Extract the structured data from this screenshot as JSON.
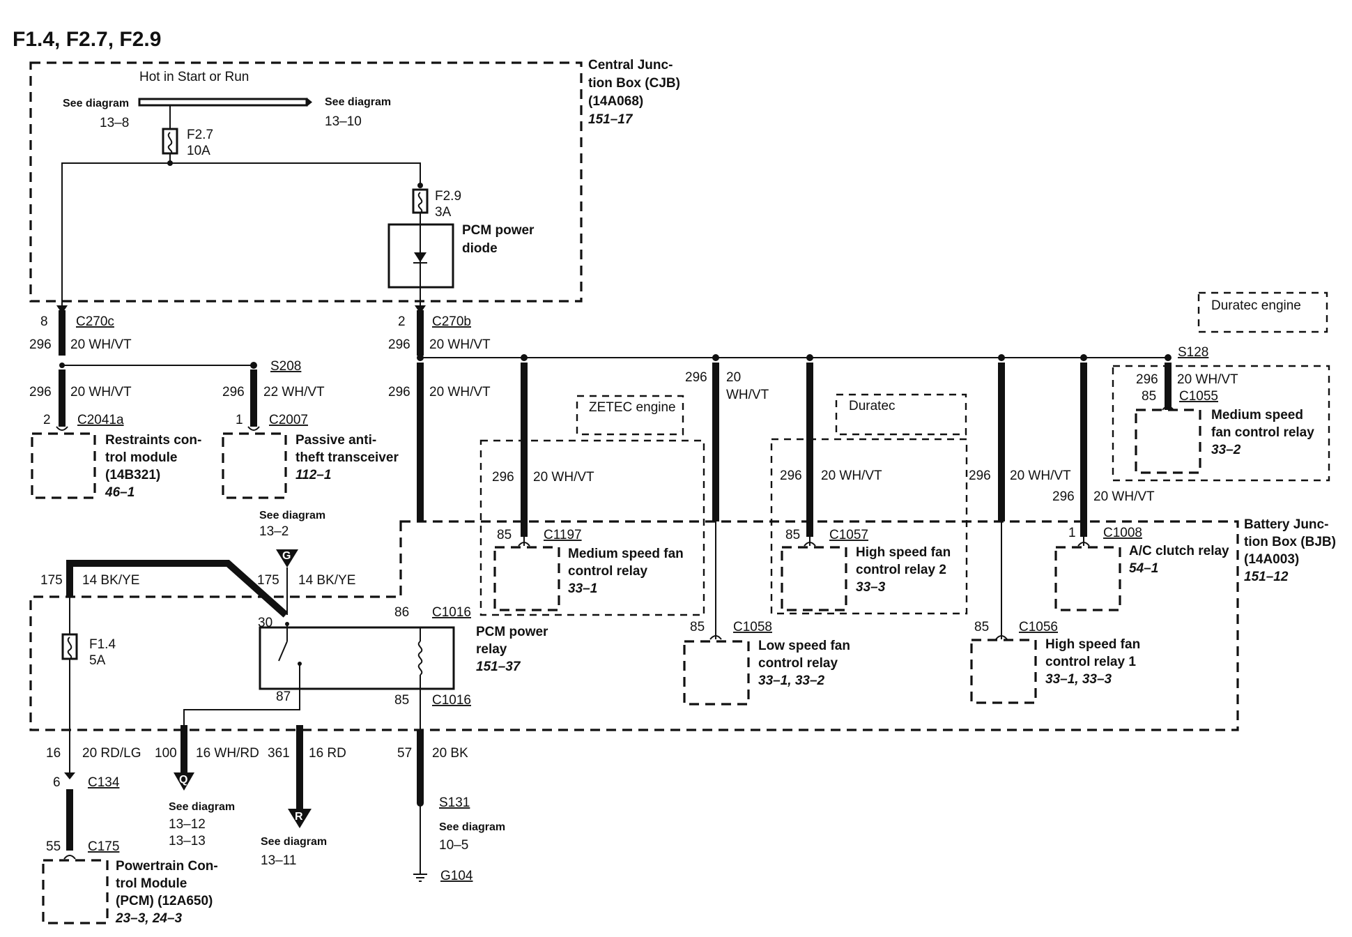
{
  "title": "F1.4, F2.7, F2.9",
  "cjb": {
    "name": [
      "Central Junc-",
      "tion Box (CJB)",
      "(14A068)"
    ],
    "ref": "151–17",
    "hot_label": "Hot in Start or Run",
    "see_left": "See diagram",
    "see_left_ref": "13–8",
    "see_right": "See diagram",
    "see_right_ref": "13–10",
    "fuse_f27": "F2.7",
    "fuse_f27_amp": "10A",
    "fuse_f29": "F2.9",
    "fuse_f29_amp": "3A",
    "diode": [
      "PCM power",
      "diode"
    ]
  },
  "connectors": {
    "c270c_pin": "8",
    "c270c": "C270c",
    "c270b_pin": "2",
    "c270b": "C270b",
    "c2041a_pin": "2",
    "c2041a": "C2041a",
    "c2007_pin": "1",
    "c2007": "C2007",
    "s208": "S208",
    "s128": "S128",
    "s131": "S131",
    "g104": "G104",
    "c1197_pin": "85",
    "c1197": "C1197",
    "c1057_pin": "85",
    "c1057": "C1057",
    "c1008_pin": "1",
    "c1008": "C1008",
    "c1055_pin": "85",
    "c1055": "C1055",
    "c1058_pin": "85",
    "c1058": "C1058",
    "c1056_pin": "85",
    "c1056": "C1056",
    "c1016_86_pin": "86",
    "c1016_a": "C1016",
    "c1016_85_pin": "85",
    "c1016_b": "C1016",
    "pin30": "30",
    "pin87": "87",
    "c134_pin": "6",
    "c134": "C134",
    "c175_pin": "55",
    "c175": "C175"
  },
  "wires": {
    "c296": "296",
    "w20whvt": "20 WH/VT",
    "w22whvt": "22 WH/VT",
    "w20": "20",
    "wwhvt": "WH/VT",
    "c175": "175",
    "w14bkye": "14 BK/YE",
    "c16": "16",
    "w20rdlg": "20 RD/LG",
    "c100": "100",
    "w16whrd": "16 WH/RD",
    "c361": "361",
    "w16rd": "16 RD",
    "c57": "57",
    "w20bk": "20 BK"
  },
  "modules": {
    "restraints": [
      "Restraints con-",
      "trol module",
      "(14B321)"
    ],
    "restraints_ref": "46–1",
    "pats": [
      "Passive anti-",
      "theft transceiver"
    ],
    "pats_ref": "112–1",
    "med_fan_zetec": [
      "Medium speed fan",
      "control relay"
    ],
    "med_fan_zetec_ref": "33–1",
    "high_fan2": [
      "High speed fan",
      "control relay 2"
    ],
    "high_fan2_ref": "33–3",
    "ac_clutch": "A/C clutch relay",
    "ac_clutch_ref": "54–1",
    "med_fan_duratec": [
      "Medium speed",
      "fan control relay"
    ],
    "med_fan_duratec_ref": "33–2",
    "low_fan": [
      "Low speed fan",
      "control relay"
    ],
    "low_fan_ref": "33–1, 33–2",
    "high_fan1": [
      "High speed fan",
      "control relay 1"
    ],
    "high_fan1_ref": "33–1, 33–3",
    "pcm_relay": [
      "PCM power",
      "relay"
    ],
    "pcm_relay_ref": "151–37",
    "pcm": [
      "Powertrain Con-",
      "trol Module",
      "(PCM) (12A650)"
    ],
    "pcm_ref": "23–3, 24–3"
  },
  "engines": {
    "zetec": "ZETEC engine",
    "duratec": "Duratec",
    "duratec_engine": "Duratec engine"
  },
  "bjb": {
    "name": [
      "Battery Junc-",
      "tion Box (BJB)",
      "(14A003)"
    ],
    "ref": "151–12",
    "fuse_f14": "F1.4",
    "fuse_f14_amp": "5A"
  },
  "refs": {
    "g_label": "G",
    "g_see": "See diagram",
    "g_ref": "13–2",
    "q_label": "Q",
    "q_see": "See diagram",
    "q_ref1": "13–12",
    "q_ref2": "13–13",
    "r_label": "R",
    "r_see": "See diagram",
    "r_ref": "13–11",
    "s131_see": "See diagram",
    "s131_ref": "10–5"
  }
}
